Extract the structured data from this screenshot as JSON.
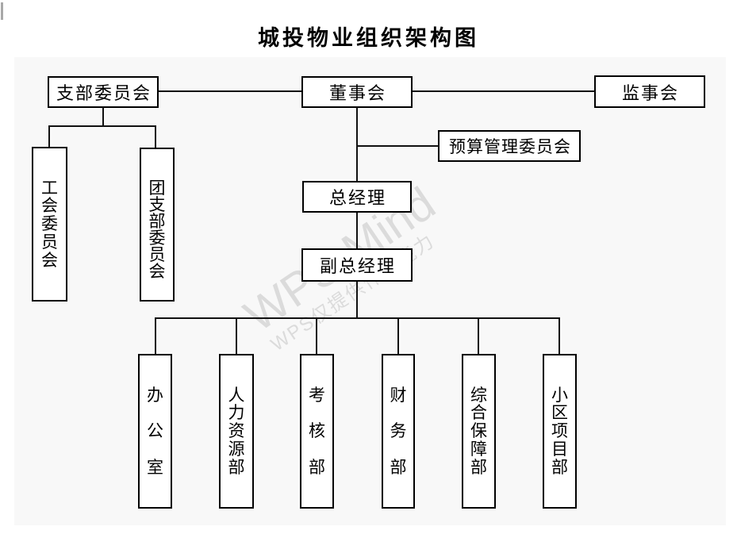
{
  "title": "城投物业组织架构图",
  "watermark": {
    "brand": "WPS Mind",
    "caption": "WPS仅提供作图能力"
  },
  "nodes": {
    "branch_committee": {
      "label": "支部委员会"
    },
    "board_of_directors": {
      "label": "董事会"
    },
    "supervisory_board": {
      "label": "监事会"
    },
    "budget_management_committee": {
      "label": "预算管理委员会"
    },
    "general_manager": {
      "label": "总经理"
    },
    "deputy_general_manager": {
      "label": "副总经理"
    },
    "labor_union_committee": {
      "label": "工会委员会"
    },
    "youth_league_branch_committee": {
      "label": "团支部委员会"
    },
    "office": {
      "label": "办公室"
    },
    "human_resources_dept": {
      "label": "人力资源部"
    },
    "assessment_dept": {
      "label": "考核部"
    },
    "finance_dept": {
      "label": "财务部"
    },
    "general_support_dept": {
      "label": "综合保障部"
    },
    "community_project_dept": {
      "label": "小区项目部"
    }
  },
  "edges": [
    {
      "from": "支部委员会",
      "to": "董事会"
    },
    {
      "from": "董事会",
      "to": "监事会"
    },
    {
      "from": "支部委员会",
      "to": "工会委员会"
    },
    {
      "from": "支部委员会",
      "to": "团支部委员会"
    },
    {
      "from": "董事会",
      "to": "预算管理委员会"
    },
    {
      "from": "董事会",
      "to": "总经理"
    },
    {
      "from": "总经理",
      "to": "副总经理"
    },
    {
      "from": "副总经理",
      "to": "办公室"
    },
    {
      "from": "副总经理",
      "to": "人力资源部"
    },
    {
      "from": "副总经理",
      "to": "考核部"
    },
    {
      "from": "副总经理",
      "to": "财务部"
    },
    {
      "from": "副总经理",
      "to": "综合保障部"
    },
    {
      "from": "副总经理",
      "to": "小区项目部"
    }
  ],
  "colors": {
    "canvas_background": "#f8f8f8",
    "node_fill": "#ffffff",
    "node_border": "#000000",
    "connector": "#111111",
    "watermark": "#dbdbdb",
    "text": "#000000"
  }
}
